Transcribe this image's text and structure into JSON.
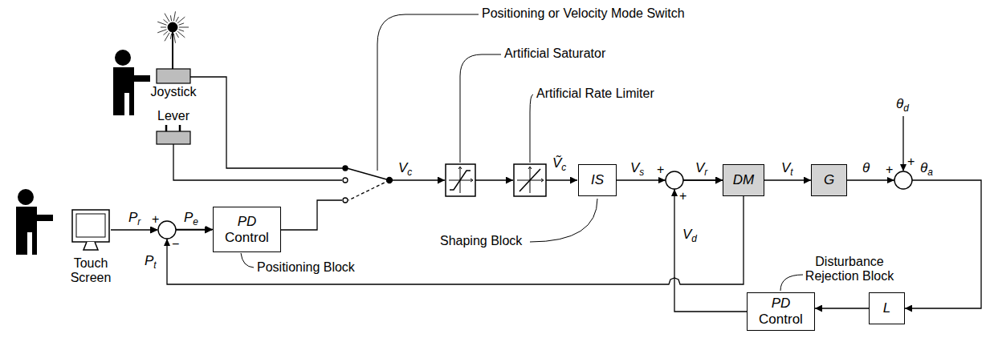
{
  "diagram": {
    "nodes": [
      {
        "text": [
          "PD Control"
        ]
      },
      {
        "text": [
          "IS"
        ]
      },
      {
        "text": [
          "DM"
        ]
      },
      {
        "text": [
          "G"
        ]
      },
      {
        "text": [
          "L"
        ]
      },
      {
        "text": [
          "PD Control"
        ]
      }
    ],
    "edges": [
      {
        "from": 1,
        "to": 2,
        "arrow": "to"
      },
      {
        "from": 2,
        "to": 3,
        "arrow": "to"
      },
      {
        "from": 3,
        "to": 4,
        "arrow": "to"
      },
      {
        "from": 4,
        "to": 5,
        "arrow": "to"
      },
      {
        "from": 5,
        "to": 2,
        "arrow": "to"
      },
      {
        "from": 2,
        "to": 0,
        "arrow": "to"
      }
    ],
    "labels": [
      "Positioning or Velocity Mode Switch",
      "Artificial Saturator",
      "Artificial Rate Limiter",
      "Joystick",
      "Lever",
      "Touch Screen",
      "Pr",
      "+",
      "−",
      "Pe",
      "Pt",
      "Positioning Block",
      "Vc",
      "Ṽc",
      "Shaping Block",
      "Vs",
      "+",
      "+",
      "Vr",
      "Vd",
      "Vt",
      "θ",
      "θd",
      "+",
      "+",
      "θa",
      "Disturbance Rejection Block"
    ]
  }
}
